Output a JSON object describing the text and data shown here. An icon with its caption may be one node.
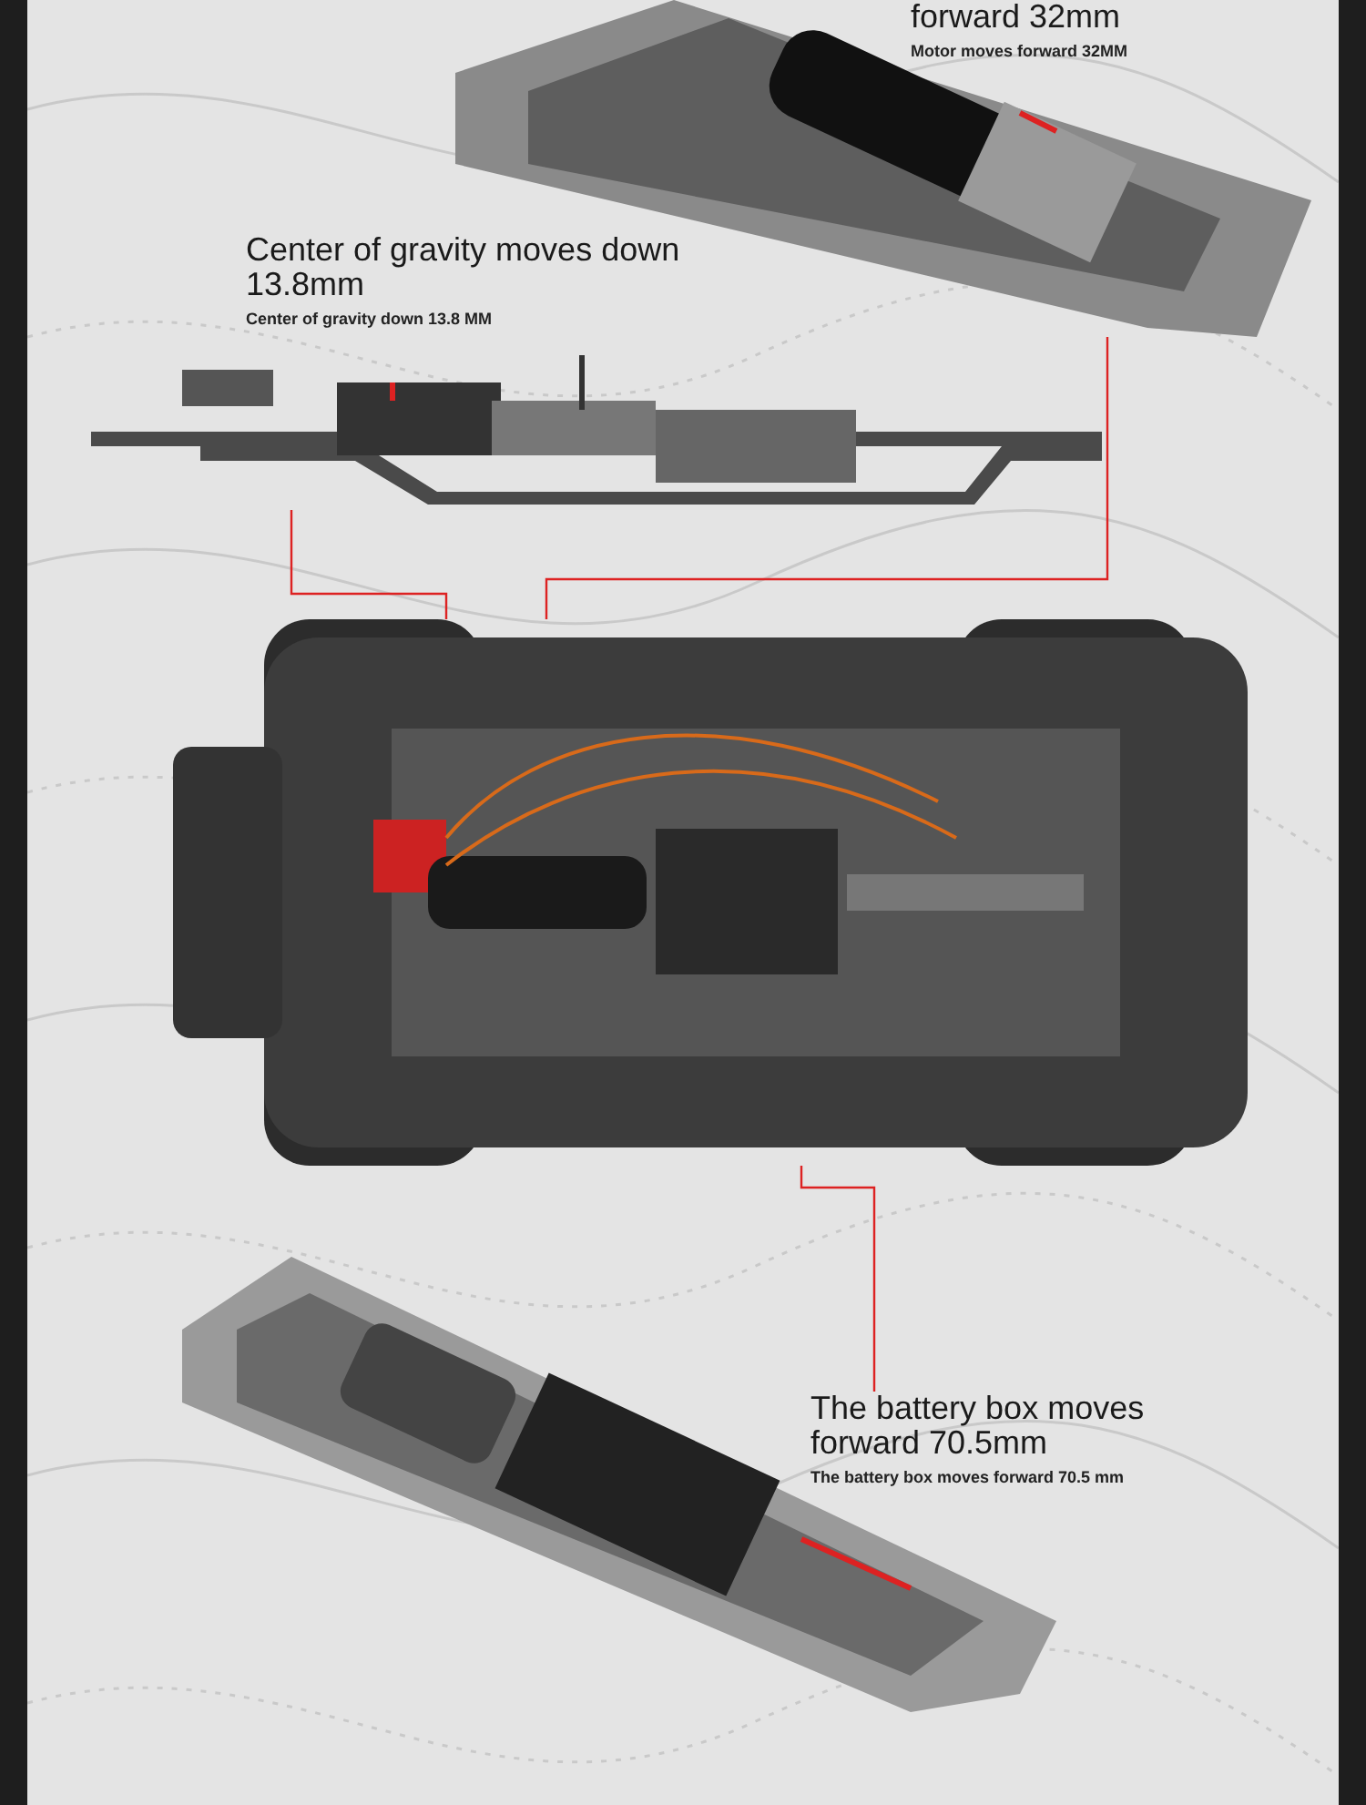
{
  "diagram": {
    "nodes": [
      {
        "text": [
          "forward 32mm",
          "Motor moves forward 32MM"
        ]
      },
      {
        "text": [],
        "shape": "picture"
      },
      {
        "text": [
          "Center of gravity moves down 13.8mm",
          "Center of gravity down 13.8 MM"
        ]
      },
      {
        "text": [],
        "shape": "picture"
      },
      {
        "text": [],
        "shape": "picture"
      },
      {
        "text": [],
        "shape": "picture"
      },
      {
        "text": [
          "The battery box moves forward 70.5mm",
          "The battery box moves forward 70.5 mm"
        ]
      }
    ],
    "edges": [
      {
        "from": 1,
        "to": 4,
        "arrow": "none"
      },
      {
        "from": 3,
        "to": 4,
        "arrow": "none"
      },
      {
        "from": 4,
        "to": 6,
        "arrow": "none"
      }
    ]
  }
}
